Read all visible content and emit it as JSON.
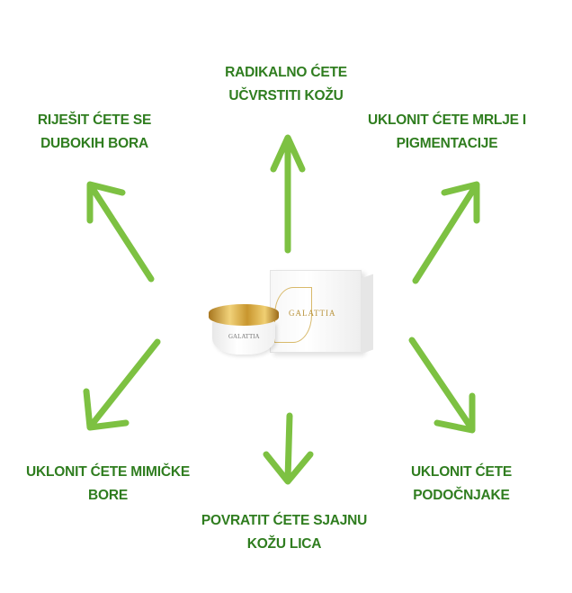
{
  "benefits": [
    {
      "lines": [
        "RADIKALNO ĆETE",
        "UČVRSTITI KOŽU"
      ]
    },
    {
      "lines": [
        "RIJEŠIT ĆETE SE",
        "DUBOKIH BORA"
      ]
    },
    {
      "lines": [
        "UKLONIT ĆETE MRLJE I",
        "PIGMENTACIJE"
      ]
    },
    {
      "lines": [
        "UKLONIT ĆETE MIMIČKE",
        "BORE"
      ]
    },
    {
      "lines": [
        "POVRATIT ĆETE SJAJNU",
        "KOŽU LICA"
      ]
    },
    {
      "lines": [
        "UKLONIT ĆETE",
        "PODOČNJAKE"
      ]
    }
  ],
  "product": {
    "brand": "GALATTIA"
  },
  "colors": {
    "text": "#2f7d1f",
    "arrow": "#7dc142"
  }
}
